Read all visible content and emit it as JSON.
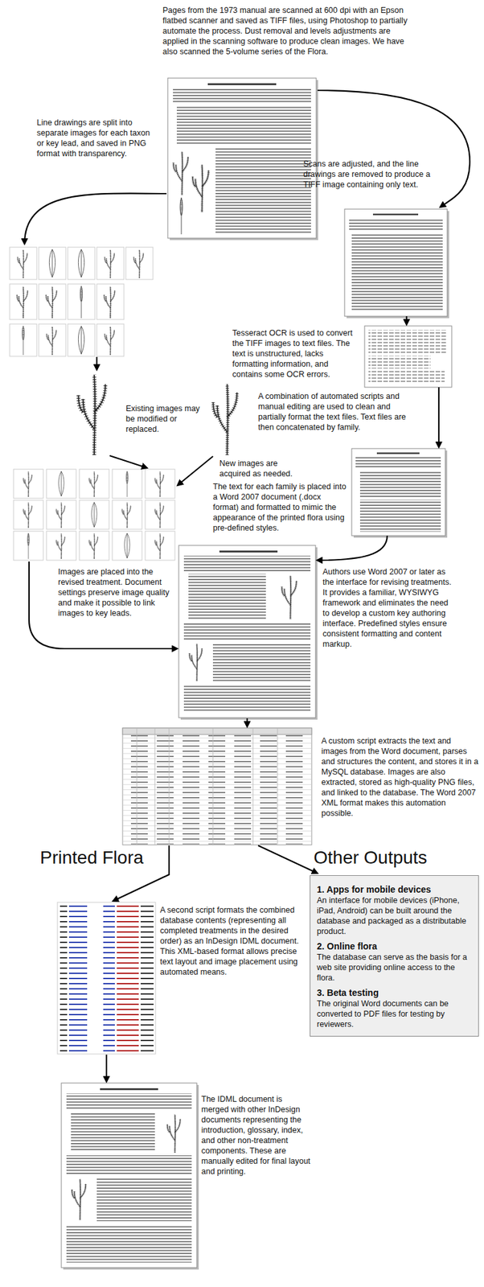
{
  "diagram": {
    "nodes": [
      {
        "text": [
          "Other Outputs",
          "1. Apps for mobile devices",
          "An interface for mobile devices (iPhone, iPad, Android) can be built around the database and packaged as a distributable product.",
          "2. Online flora",
          "The database can serve as the basis for a web site providing online access to the flora.",
          "3. Beta testing",
          "The original Word documents can be converted to PDF files for testing by reviewers."
        ]
      }
    ],
    "labels": [
      "Pages from the 1973 manual are scanned at 600 dpi with an Epson flatbed scanner and saved as TIFF files, using Photoshop to partially automate the process. Dust removal and levels adjustments are applied in the scanning software to produce clean images. We have also scanned the 5-volume series of the Flora.",
      "Line drawings are split into separate images for each taxon or key lead, and saved in PNG format with transparency.",
      "Scans are adjusted, and the line drawings are removed to produce a TIFF image containing only text.",
      "Tesseract OCR is used to convert the TIFF images to text files. The text is unstructured, lacks formatting information, and contains some OCR errors.",
      "A combination of automated scripts and manual editing are used to clean and partially format the text files. Text files are then concatenated by family.",
      "Existing images may be modified or replaced.",
      "New images are acquired as needed.",
      "The text for each family is placed into a Word 2007 document (.docx format) and formatted to mimic the appearance of the printed flora using pre-defined styles.",
      "Images are placed into the revised treatment. Document settings preserve image quality and make it possible to link images to key leads.",
      "Authors use Word 2007 or later as the interface for revising treatments. It provides a familiar, WYSIWYG framework and eliminates the need to develop a custom key authoring interface. Predefined styles ensure consistent formatting and content markup.",
      "A custom script extracts the text and images from the Word document, parses and structures the content, and stores it in a MySQL database. Images are also extracted, stored as high-quality PNG files, and linked to the database. The Word 2007 XML format makes this automation possible.",
      "Printed Flora",
      "A second script formats the combined database contents (representing all completed treatments in the desired order) as an InDesign IDML document. This XML-based format allows precise text layout and image placement using automated means.",
      "The IDML document is merged with other InDesign documents representing the introduction, glossary, index, and other non-treatment components. These are manually edited for final layout and printing."
    ]
  }
}
